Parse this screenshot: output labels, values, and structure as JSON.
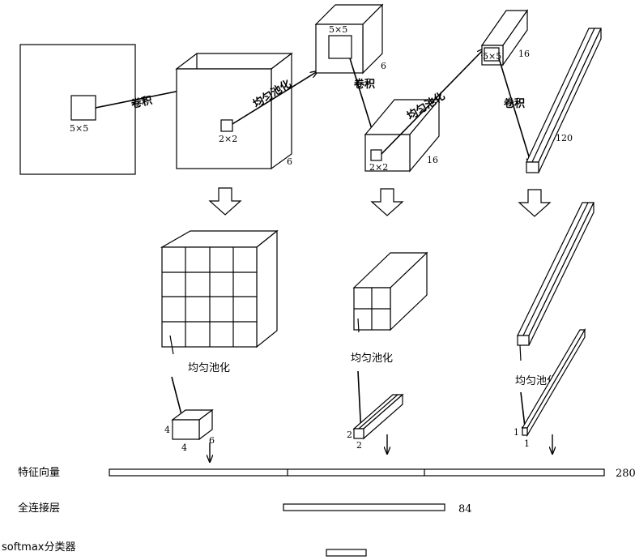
{
  "labels": {
    "k_5x5_a": "5×5",
    "k_5x5_b": "5×5",
    "k_5x5_c": "5×5",
    "k_2x2_a": "2×2",
    "k_2x2_b": "2×2",
    "depth_6_a": "6",
    "depth_6_b": "6",
    "depth_6_c": "6",
    "depth_16_a": "16",
    "depth_16_b": "16",
    "depth_120": "120",
    "conv_1": "卷积",
    "conv_2": "卷积",
    "conv_3": "卷积",
    "pool_1": "均匀池化",
    "pool_2": "均匀池化",
    "pool_3": "均匀池化",
    "pool_4": "均匀池化",
    "pool_5": "均匀池化",
    "size_4_a": "4",
    "size_4_b": "4",
    "size_2_a": "2",
    "size_2_b": "2",
    "size_1_a": "1",
    "size_1_b": "1",
    "feature_vector": "特征向量",
    "fc_layer": "全连接层",
    "softmax": "softmax分类器",
    "num_280": "280",
    "num_84": "84"
  }
}
